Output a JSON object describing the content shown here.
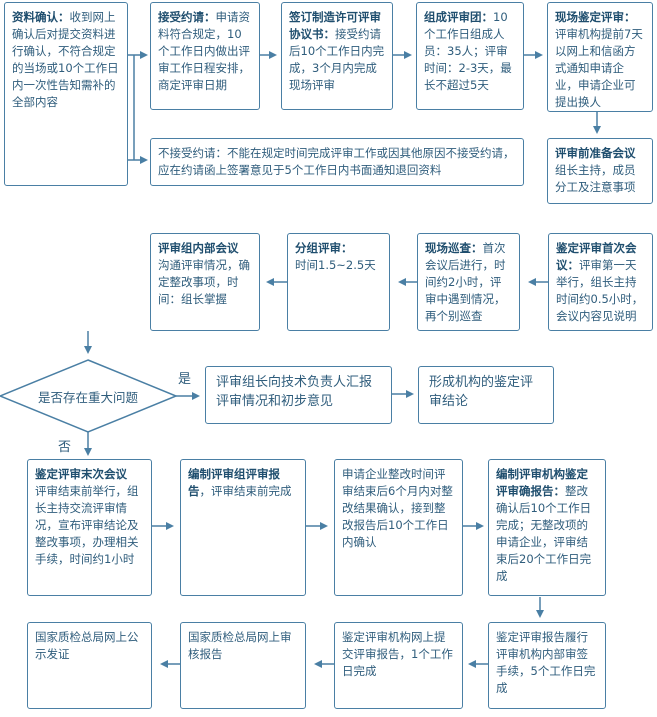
{
  "colors": {
    "border": "#4a7fa4",
    "arrow": "#4a7fa4",
    "text": "#2f5d7c",
    "title": "#1f4e6e"
  },
  "nodes": {
    "n1": {
      "title": "资料确认：",
      "body": "收到网上确认后对提交资料进行确认，不符合规定的当场或10个工作日内一次性告知需补的全部内容"
    },
    "n2": {
      "title": "接受约请：",
      "body": "申请资料符合规定，10个工作日内做出评审工作日程安排，商定评审日期"
    },
    "n3": {
      "title": "签订制造许可评审协议书：",
      "body": "接受约请后10个工作日内完成，3个月内完成现场评审"
    },
    "n4": {
      "title": "组成评审团：",
      "body": "10个工作日组成人员：35人；评审时间：2-3天，最长不超过5天"
    },
    "n5": {
      "title": "现场鉴定评审：",
      "body": "评审机构提前7天以网上和信函方式通知申请企业，申请企业可提出换人"
    },
    "n6": {
      "title": "",
      "body": "不接受约请：不能在规定时间完成评审工作或因其他原因不接受约请，应在约请函上签署意见于5个工作日内书面通知退回资料"
    },
    "n7": {
      "title": "评审前准备会议",
      "body": "组长主持，成员分工及注意事项"
    },
    "n8": {
      "title": "鉴定评审首次会议：",
      "body": "评审第一天举行，组长主持时间约0.5小时，会议内容见说明"
    },
    "n9": {
      "title": "现场巡查：",
      "body": "首次会议后进行，时间约2小时，评审中遇到情况，再个别巡查"
    },
    "n10": {
      "title": "分组评审：",
      "body": "时间1.5~2.5天"
    },
    "n11": {
      "title": "评审组内部会议",
      "body": "沟通评审情况，确定整改事项，时间：组长掌握"
    },
    "decision": {
      "text": "是否存在重大问题",
      "yes": "是",
      "no": "否"
    },
    "n12": {
      "title": "",
      "body": "评审组长向技术负责人汇报评审情况和初步意见"
    },
    "n13": {
      "title": "",
      "body": "形成机构的鉴定评审结论"
    },
    "n14": {
      "title": "鉴定评审末次会议",
      "body": "评审结束前举行，组长主持交流评审情况，宣布评审结论及整改事项，办理相关手续，时间约1小时"
    },
    "n15": {
      "title": "编制评审组评审报告",
      "body": "，评审结束前完成"
    },
    "n16": {
      "title": "",
      "body": "申请企业整改时间评审结束后6个月内对整改结果确认，接到整改报告后10个工作日内确认"
    },
    "n17": {
      "title": "编制评审机构鉴定评审确报告：",
      "body": "整改确认后10个工作日完成；无整改项的申请企业，评审结束后20个工作日完成"
    },
    "n18": {
      "title": "",
      "body": "鉴定评审报告履行评审机构内部审签手续，5个工作日完成"
    },
    "n19": {
      "title": "",
      "body": "鉴定评审机构网上提交评审报告，1个工作日完成"
    },
    "n20": {
      "title": "",
      "body": "国家质检总局网上审核报告"
    },
    "n21": {
      "title": "",
      "body": "国家质检总局网上公示发证"
    }
  }
}
